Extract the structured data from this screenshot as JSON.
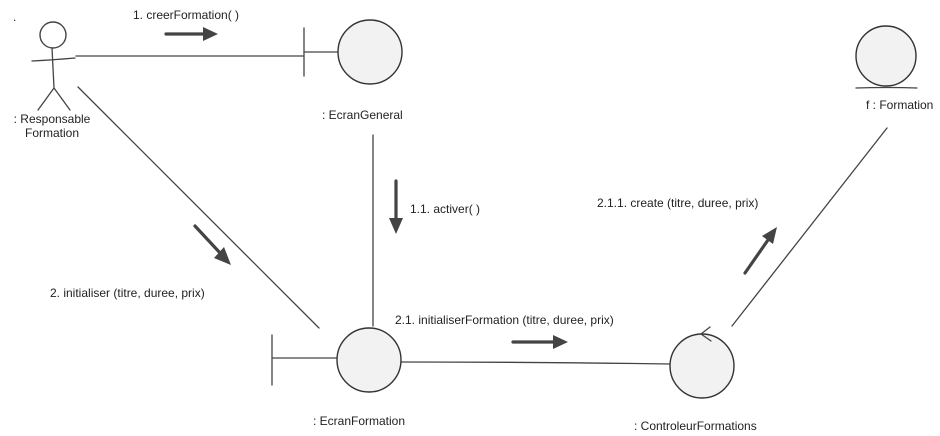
{
  "marker": ".",
  "actor": {
    "label_line1": ": Responsable",
    "label_line2": "Formation"
  },
  "objects": {
    "ecran_general": ": EcranGeneral",
    "ecran_formation": ": EcranFormation",
    "controleur_formations": ": ControleurFormations",
    "formation": "f : Formation"
  },
  "messages": {
    "m1": "1. creerFormation( )",
    "m1_1": "1.1.  activer( )",
    "m2": "2. initialiser (titre, duree, prix)",
    "m2_1": "2.1.  initialiserFormation  (titre,  duree, prix)",
    "m2_1_1": "2.1.1.  create  (titre,  duree, prix)"
  }
}
